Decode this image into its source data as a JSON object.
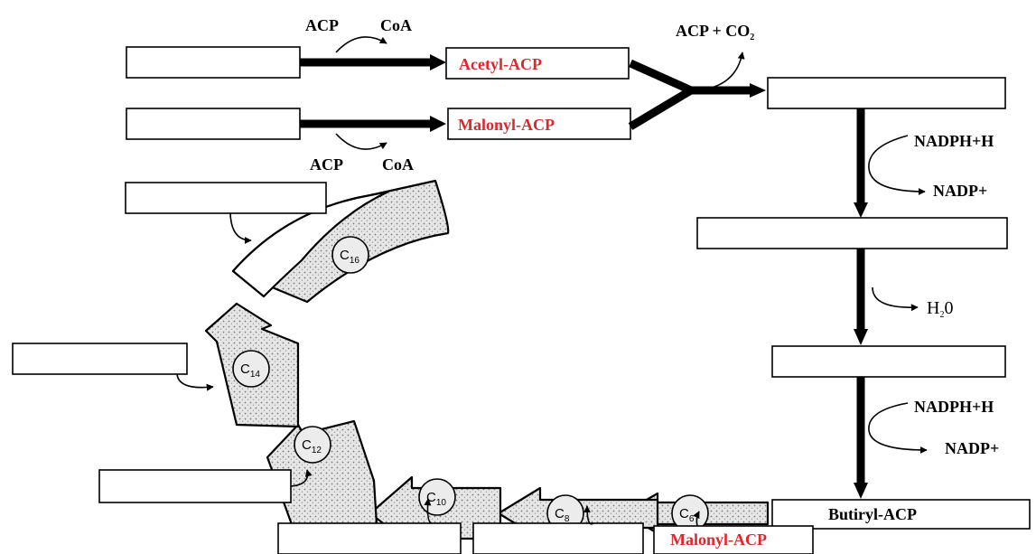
{
  "top": {
    "acp_left_1": "ACP",
    "coa_left_1": "CoA",
    "acetyl": "Acetyl-ACP",
    "malonyl": "Malonyl-ACP",
    "acp_left_2": "ACP",
    "coa_left_2": "CoA",
    "acp_co2": "ACP + CO",
    "co2_sub": "2"
  },
  "right": {
    "nadph_1": "NADPH+H",
    "nadp_1": "NADP+",
    "h2o": "H",
    "h2o_sub": "2",
    "h2o_end": "0",
    "nadph_2": "NADPH+H",
    "nadp_2": "NADP+",
    "butiryl": "Butiryl-ACP"
  },
  "bottom": {
    "malonyl": "Malonyl-ACP"
  },
  "carbons": [
    {
      "c": "C",
      "n": "16"
    },
    {
      "c": "C",
      "n": "14"
    },
    {
      "c": "C",
      "n": "12"
    },
    {
      "c": "C",
      "n": "10"
    },
    {
      "c": "C",
      "n": "8"
    },
    {
      "c": "C",
      "n": "6"
    }
  ],
  "colors": {
    "accent_red": "#e0252b",
    "stipple": "#d9d9d9"
  }
}
